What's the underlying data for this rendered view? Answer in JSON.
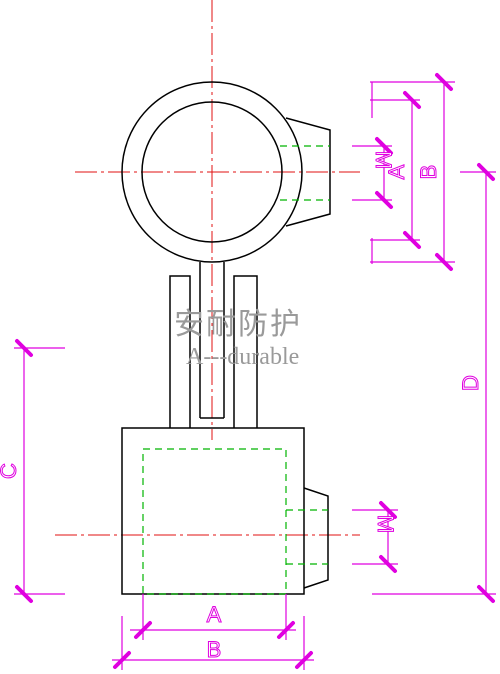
{
  "dimensions": {
    "top_M": "M",
    "top_A": "A",
    "top_B": "B",
    "overall_D": "D",
    "left_C": "C",
    "bottom_M": "M",
    "bottom_A": "A",
    "bottom_B": "B"
  },
  "watermark": {
    "chinese": "安耐防护",
    "english": "A---durable"
  },
  "colors": {
    "outline": "#000000",
    "hidden": "#00b400",
    "center": "#e01010",
    "dimension": "#e000e0",
    "watermark": "#9a9a9a"
  }
}
